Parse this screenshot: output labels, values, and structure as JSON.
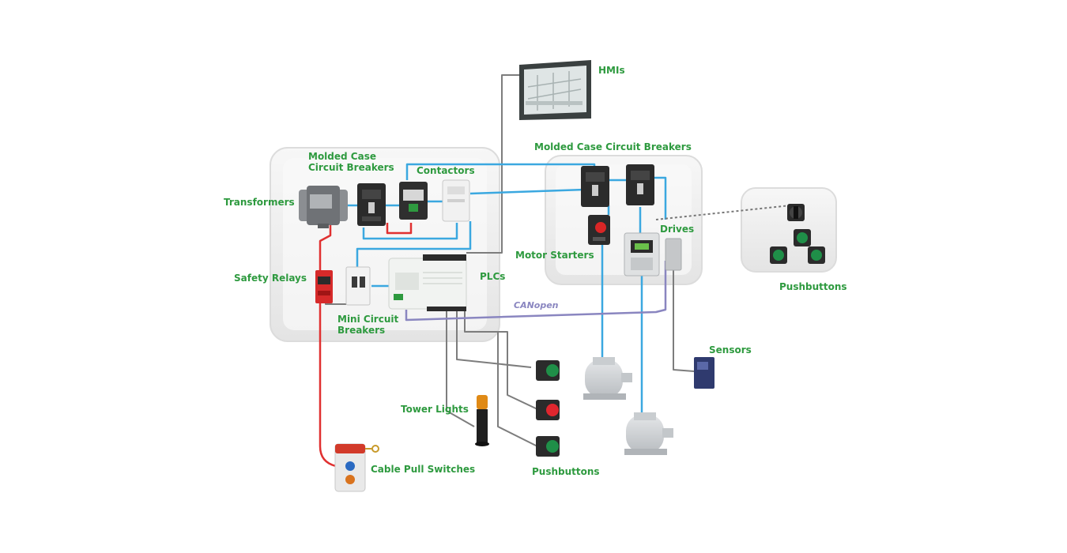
{
  "labels": {
    "hmis": "HMIs",
    "mccb_top_line1": "Molded Case",
    "mccb_top_line2": "Circuit Breakers",
    "contactors": "Contactors",
    "mccb_right": "Molded Case Circuit Breakers",
    "transformers": "Transformers",
    "drives": "Drives",
    "motor_starters": "Motor Starters",
    "pushbuttons_right": "Pushbuttons",
    "safety_relays": "Safety Relays",
    "plcs": "PLCs",
    "canopen": "CANopen",
    "mini_cb_line1": "Mini Circuit",
    "mini_cb_line2": "Breakers",
    "sensors": "Sensors",
    "tower_lights": "Tower Lights",
    "cable_pull_switches": "Cable Pull Switches",
    "pushbuttons_bottom": "Pushbuttons"
  },
  "colors": {
    "label_green": "#2e9a3f",
    "wire_blue": "#3ba8e0",
    "wire_red": "#e03030",
    "wire_gray": "#7d7d7d",
    "wire_canopen": "#8a86c0",
    "cabinet_fill": "#eeeeee"
  },
  "icons": [
    "hmi-icon",
    "transformer-icon",
    "breaker-icon",
    "contactor-icon",
    "relay-icon",
    "plc-icon",
    "motor-starter-icon",
    "drive-icon",
    "motor-icon",
    "sensor-icon",
    "tower-light-icon",
    "pushbutton-icon",
    "selector-switch-icon",
    "cable-pull-switch-icon",
    "safety-relay-icon",
    "mini-breaker-icon"
  ]
}
